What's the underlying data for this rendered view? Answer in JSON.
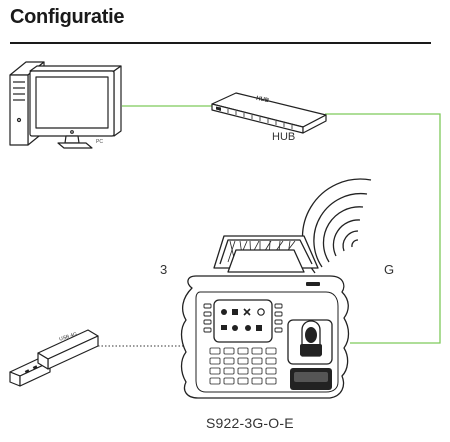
{
  "title": "Configuratie",
  "devices": {
    "pc": {
      "label": "PC"
    },
    "hub": {
      "label": "HUB",
      "body_text": "HUB"
    },
    "usb": {
      "label": "USB 4G"
    },
    "terminal": {
      "model": "S922-3G-O-E"
    }
  },
  "connection_labels": {
    "left": "3",
    "right": "G"
  },
  "colors": {
    "network_line": "#7ec95a",
    "usb_line": "#333333",
    "outline": "#222222",
    "title_rule": "#1a1a1a"
  },
  "icons": [
    "pc-icon",
    "hub-icon",
    "usb-stick-icon",
    "wireless-signal-icon",
    "fingerprint-terminal-icon"
  ]
}
